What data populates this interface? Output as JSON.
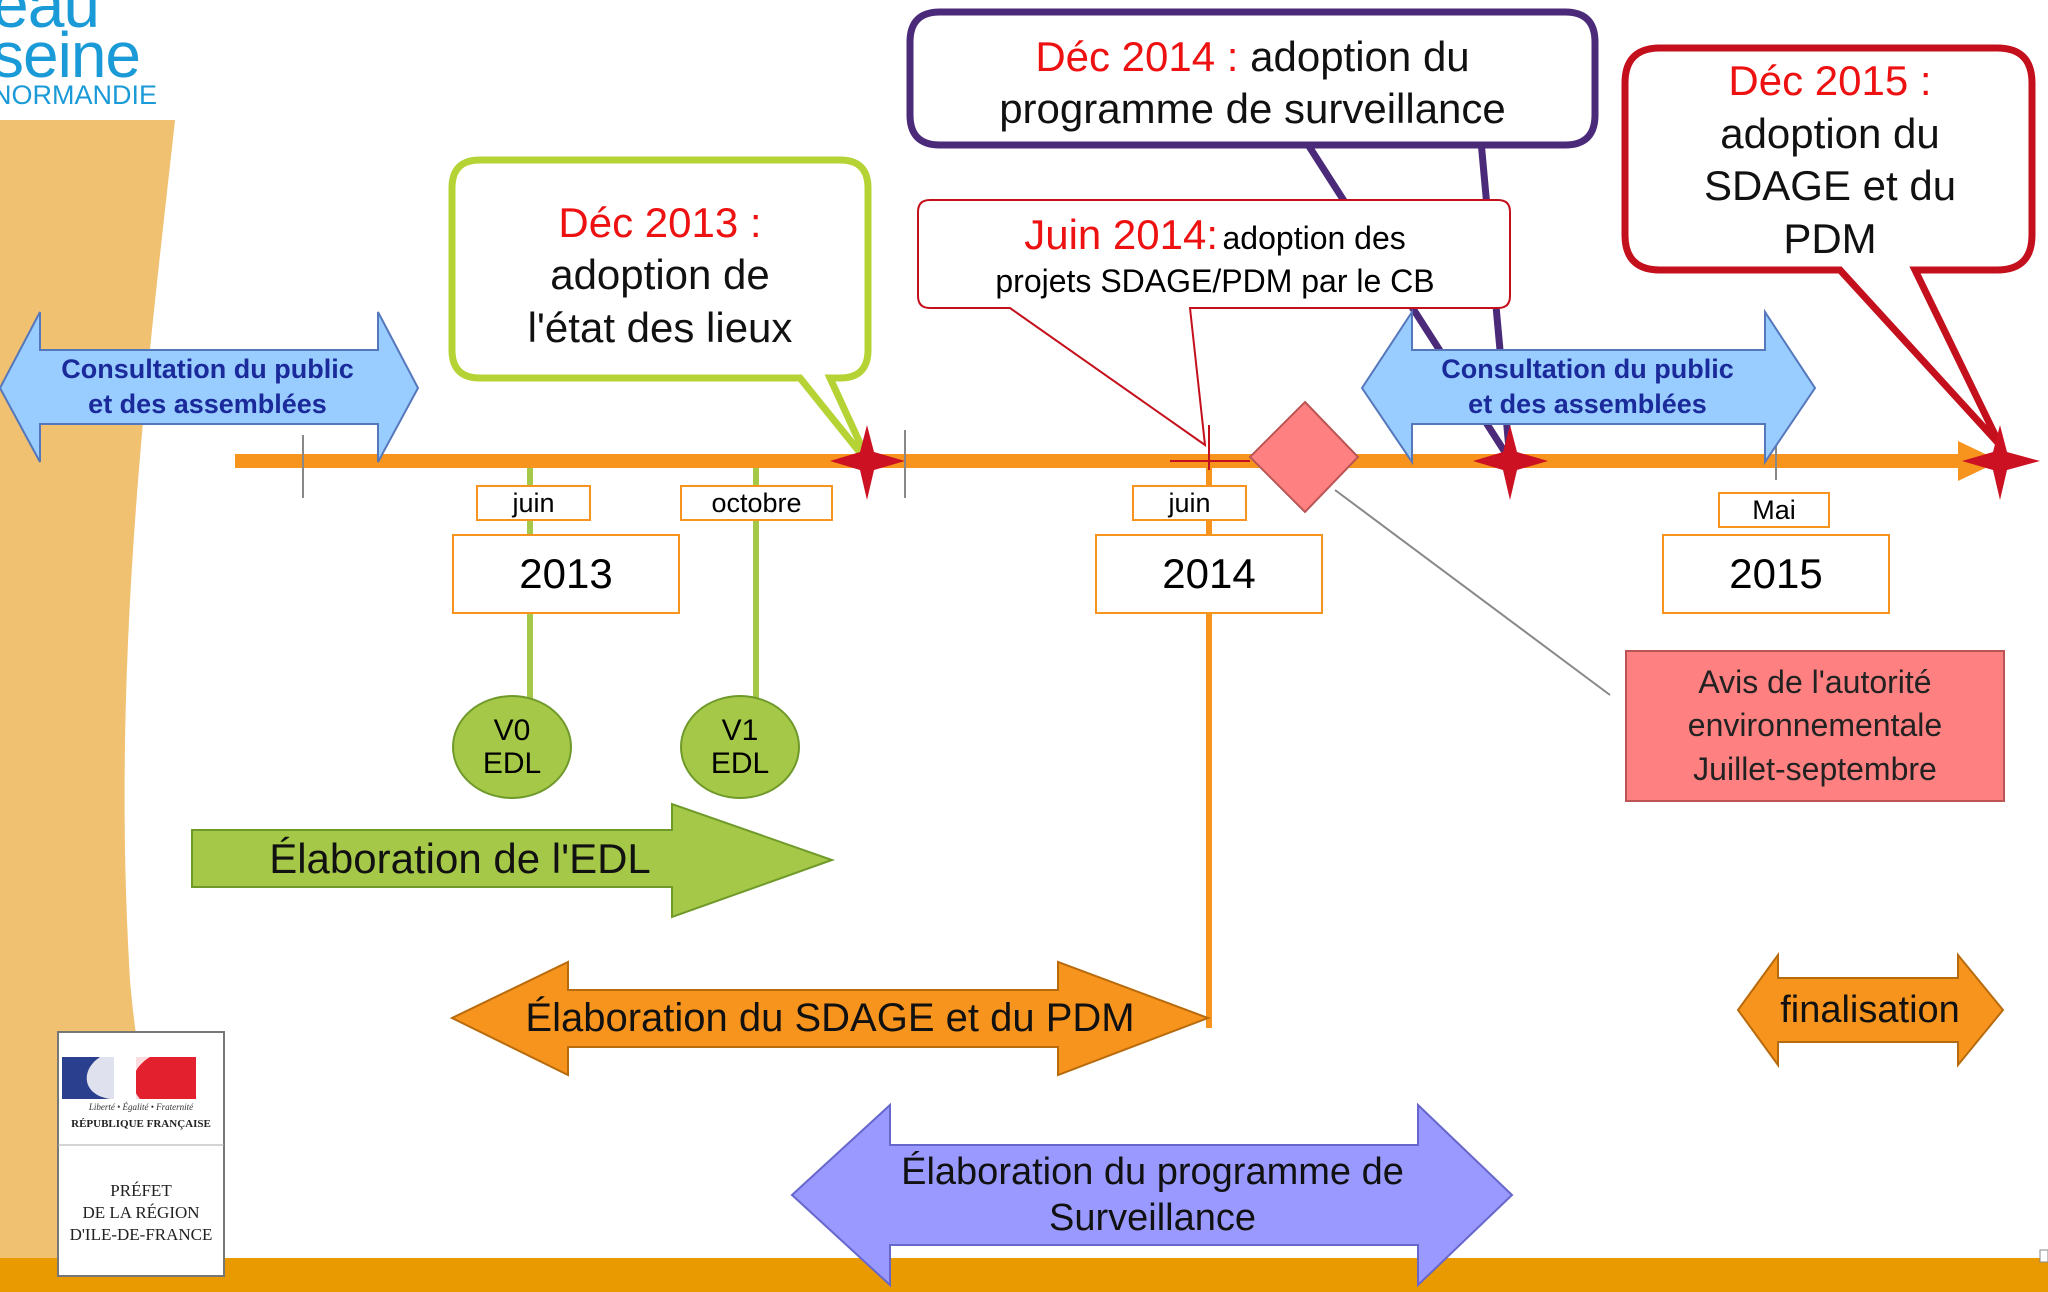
{
  "logo": {
    "line1": "eau",
    "line2": "seine",
    "line3": "NORMANDIE"
  },
  "prefecture": {
    "motto": "Liberté • Égalité • Fraternité",
    "republic": "RÉPUBLIQUE FRANÇAISE",
    "line1": "PRÉFET",
    "line2": "DE LA RÉGION",
    "line3": "D'ILE-DE-FRANCE"
  },
  "callouts": {
    "dec2013": {
      "date": "Déc 2013 :",
      "text1": "adoption de",
      "text2": "l'état des lieux"
    },
    "juin2014": {
      "date": "Juin 2014:",
      "text1": "adoption des",
      "text2": "projets SDAGE/PDM par le CB"
    },
    "dec2014": {
      "date": "Déc 2014 :",
      "text1": "adoption du",
      "text2": "programme de surveillance"
    },
    "dec2015": {
      "date": "Déc 2015 :",
      "text1": "adoption du",
      "text2": "SDAGE et du",
      "text3": "PDM"
    }
  },
  "consultation": {
    "left": {
      "line1": "Consultation du public",
      "line2": "et des assemblées"
    },
    "right": {
      "line1": "Consultation du public",
      "line2": "et des assemblées"
    }
  },
  "timeline": {
    "months": {
      "juin2013": "juin",
      "octobre2013": "octobre",
      "juin2014": "juin",
      "mai2015": "Mai"
    },
    "years": {
      "y2013": "2013",
      "y2014": "2014",
      "y2015": "2015"
    }
  },
  "ovals": {
    "v0": {
      "line1": "V0",
      "line2": "EDL"
    },
    "v1": {
      "line1": "V1",
      "line2": "EDL"
    }
  },
  "avis": {
    "line1": "Avis de l'autorité",
    "line2": "environnementale",
    "line3": "Juillet-septembre"
  },
  "phases": {
    "edl": "Élaboration de l'EDL",
    "sdage": "Élaboration du SDAGE et du PDM",
    "finalisation": "finalisation",
    "surveillance1": "Élaboration du programme de",
    "surveillance2": "Surveillance"
  },
  "colors": {
    "timeline": "#f7941d",
    "green": "#a6c848",
    "consult_arrow": "#99ccff",
    "consult_text": "#1a2a9a",
    "surveillance_arrow": "#9999ff",
    "avis_fill": "#ff8080",
    "milestone": "#cc1122",
    "callout_purple": "#4b2a7a",
    "callout_red": "#c4101c",
    "callout_green": "#b5d334",
    "footer_band": "#e89a00",
    "side_band": "#f1c172"
  }
}
